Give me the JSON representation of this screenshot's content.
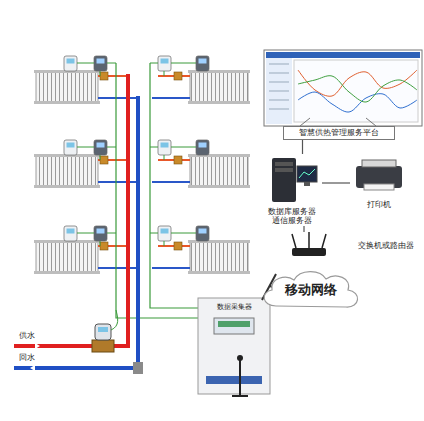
{
  "diagram": {
    "nodes": [
      {
        "text": [
          "智慧供热管理服务平台"
        ]
      },
      {
        "text": [
          "数据库服务器 通信服务器"
        ]
      },
      {
        "text": [
          "打印机"
        ]
      },
      {
        "text": [
          "交换机或路由器"
        ]
      },
      {
        "text": [
          "移动网络"
        ]
      },
      {
        "text": [
          "数据采集器"
        ]
      }
    ],
    "edges": [
      {
        "from": 1,
        "to": 0,
        "arrow": "none"
      },
      {
        "from": 1,
        "to": 2,
        "arrow": "none"
      },
      {
        "from": 1,
        "to": 3,
        "arrow": "none"
      }
    ],
    "labels": [
      "供水",
      "回水"
    ]
  }
}
